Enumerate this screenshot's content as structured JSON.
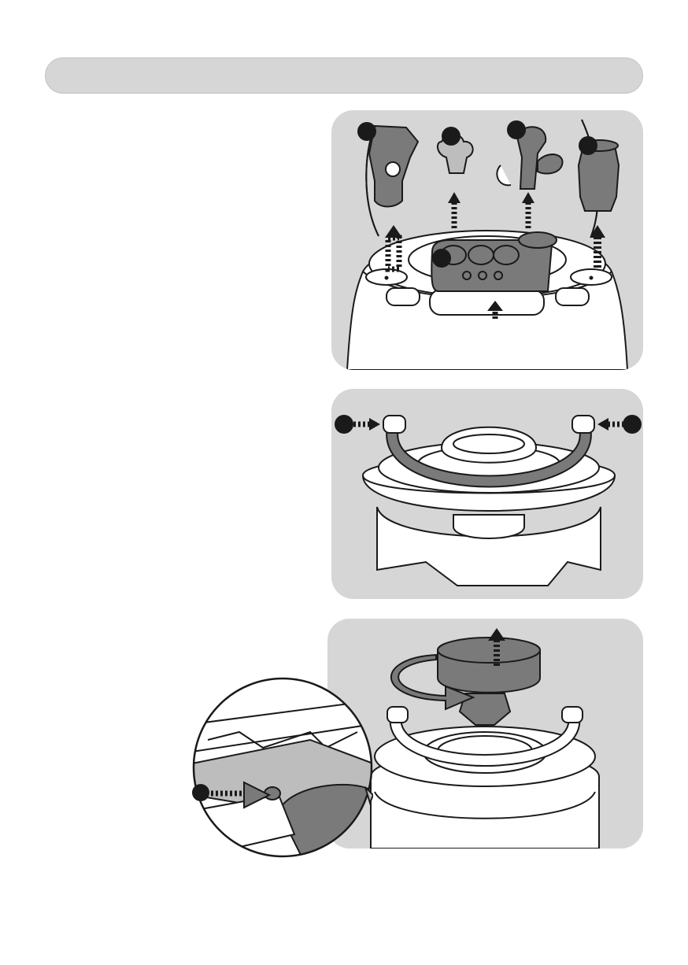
{
  "header": {
    "title": ""
  },
  "panels": [
    {
      "id": "remove-toys",
      "arrow_count": 5,
      "callouts": 5
    },
    {
      "id": "remove-arch",
      "arrow_count": 2,
      "callouts": 2
    },
    {
      "id": "remove-seat",
      "arrow_count": 2,
      "callouts": 1
    }
  ],
  "colors": {
    "panel": "#d6d6d6",
    "part": "#7a7a7a",
    "outline": "#1a1a1a",
    "body": "#ffffff"
  }
}
